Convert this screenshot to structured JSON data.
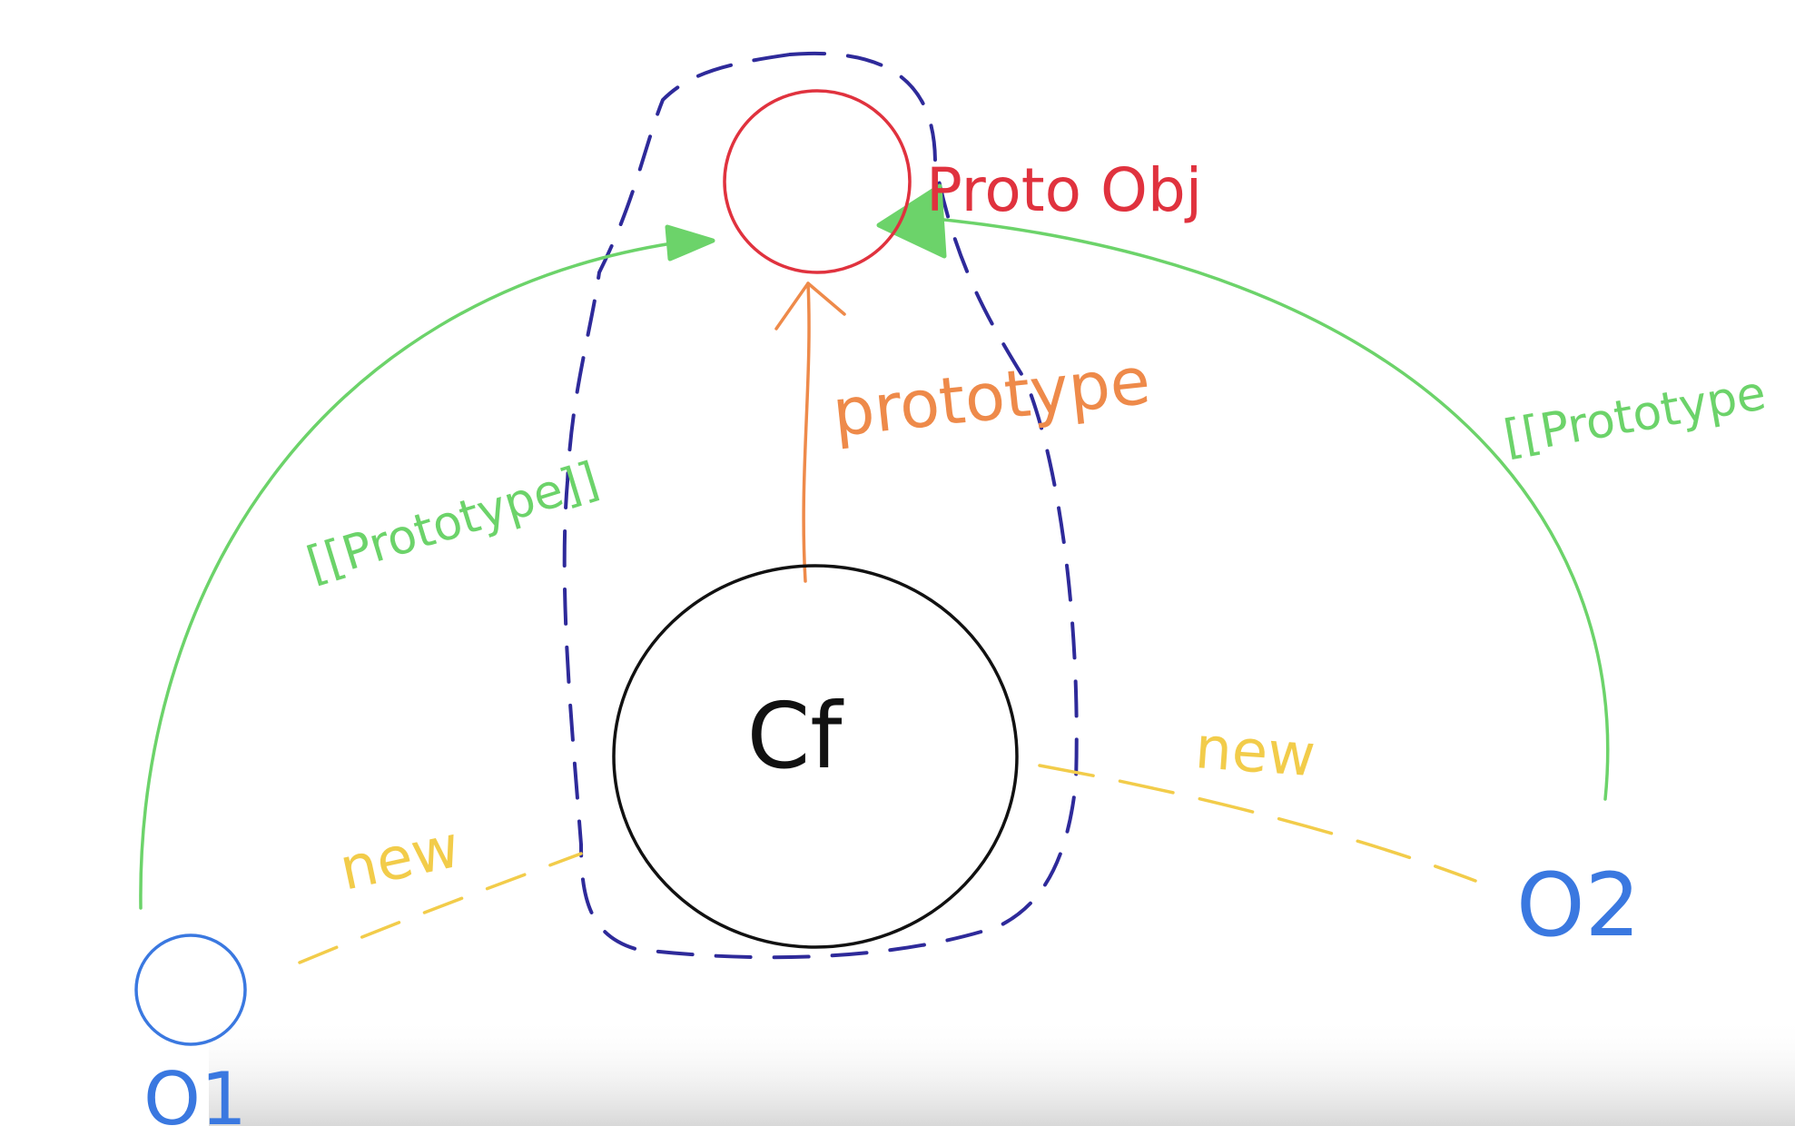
{
  "colors": {
    "proto_object": "#e0323e",
    "constructor": "#111111",
    "instance": "#3a78e0",
    "prototype_link": "#6cd36a",
    "prototype_property": "#ee8a4a",
    "new_relation": "#f2cc4a",
    "dashed_group": "#2e2a9a",
    "background": "#ffffff"
  },
  "nodes": {
    "constructor_label": "Cf",
    "proto_object_label": "Proto Obj",
    "instance_one_label": "O1",
    "instance_two_label": "O2"
  },
  "edges": {
    "prototype_label": "prototype",
    "left_proto_label": "[[Prototype]]",
    "right_proto_label": "[[Prototype",
    "left_new_label": "new",
    "right_new_label": "new"
  }
}
